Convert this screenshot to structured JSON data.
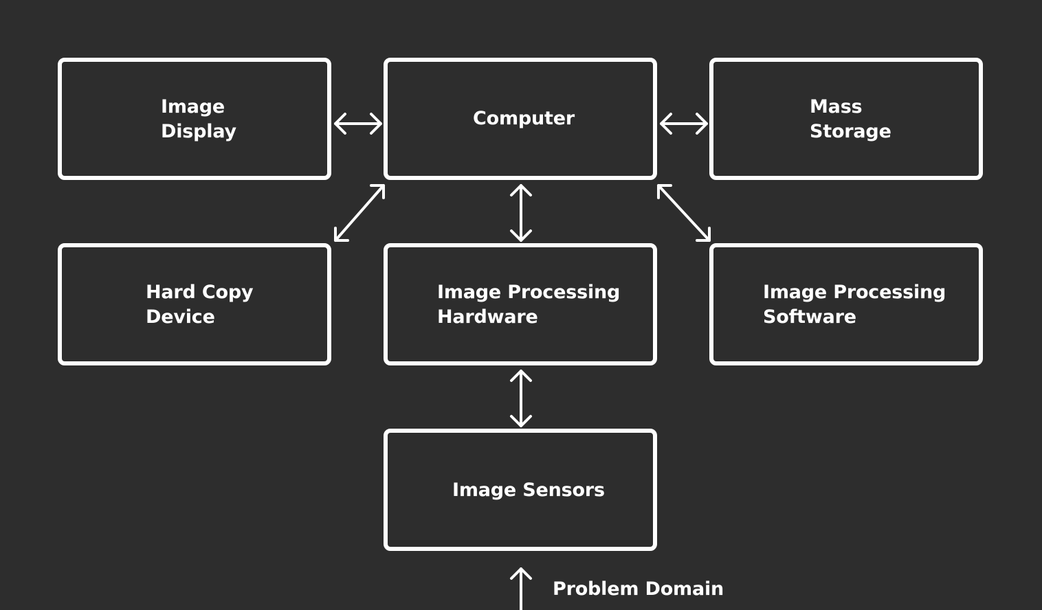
{
  "nodes": {
    "image_display": {
      "line1": "Image",
      "line2": "Display"
    },
    "computer": {
      "line1": "Computer"
    },
    "mass_storage": {
      "line1": "Mass",
      "line2": "Storage"
    },
    "hard_copy_device": {
      "line1": "Hard Copy",
      "line2": "Device"
    },
    "image_processing_hardware": {
      "line1": "Image Processing",
      "line2": "Hardware"
    },
    "image_processing_software": {
      "line1": "Image Processing",
      "line2": "Software"
    },
    "image_sensors": {
      "line1": "Image Sensors"
    }
  },
  "input_label": "Problem Domain",
  "colors": {
    "background": "#2d2d2d",
    "stroke": "#ffffff",
    "text": "#ffffff"
  }
}
